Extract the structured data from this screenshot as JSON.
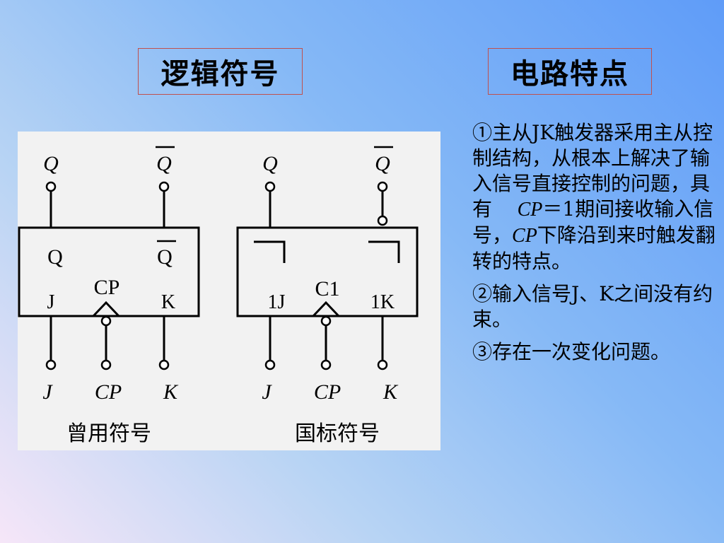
{
  "titles": {
    "left": "逻辑符号",
    "right": "电路特点"
  },
  "diagram": {
    "old_symbol": {
      "top_outputs": [
        "Q",
        "Q"
      ],
      "inner_outputs": [
        "Q",
        "Q"
      ],
      "inner_inputs": [
        "J",
        "CP",
        "K"
      ],
      "bottom_inputs": [
        "J",
        "CP",
        "K"
      ],
      "caption": "曾用符号"
    },
    "gb_symbol": {
      "top_outputs": [
        "Q",
        "Q"
      ],
      "inner_inputs": [
        "1J",
        "C1",
        "1K"
      ],
      "bottom_inputs": [
        "J",
        "CP",
        "K"
      ],
      "caption": "国标符号"
    }
  },
  "features": {
    "p1": {
      "part1": "①主从JK触发器采用主从控制结构，从根本上解决了输入信号直接控制的问题，具有",
      "cp1": "CP",
      "part2": "＝1期间接收输入信号，",
      "cp2": "CP",
      "part3": "下降沿到来时触发翻转的特点。"
    },
    "p2": "②输入信号J、K之间没有约束。",
    "p3": "③存在一次变化问题。"
  }
}
